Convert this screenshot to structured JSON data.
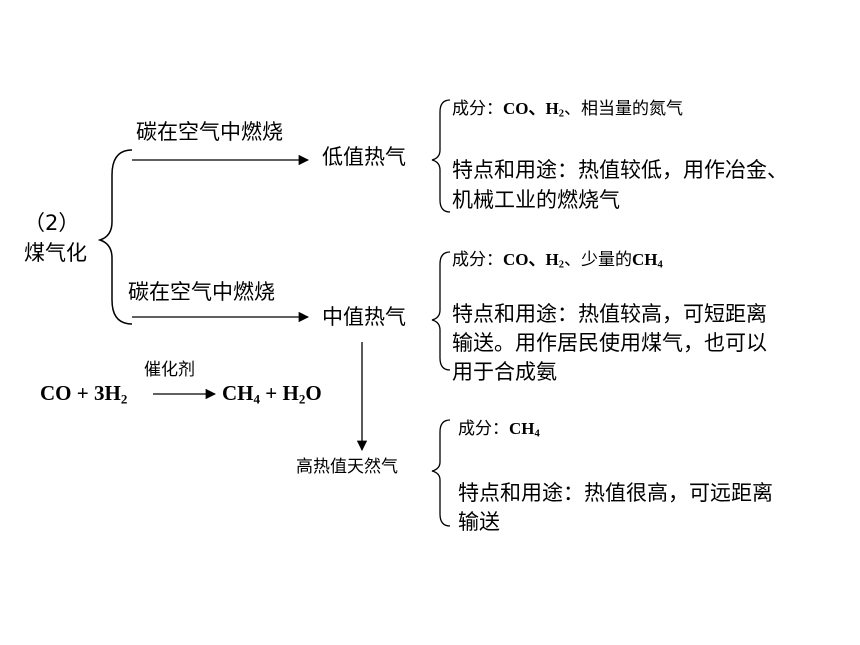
{
  "root": {
    "line1": "（2）",
    "line2": "煤气化"
  },
  "branch_low": {
    "condition": "碳在空气中燃烧",
    "product": "低值热气"
  },
  "branch_mid": {
    "condition": "碳在空气中燃烧",
    "product": "中值热气"
  },
  "high": {
    "product": "高热值天然气"
  },
  "reaction": {
    "catalyst": "催化剂",
    "reactant1": "CO",
    "plus1": " + 3H",
    "sub_h2": "2",
    "product1": "CH",
    "sub_ch4": "4",
    "plus2": " + H",
    "sub_h2o": "2",
    "product2_tail": "O"
  },
  "low_info": {
    "composition_label": "成分：",
    "composition_a": "CO、H",
    "composition_sub": "2",
    "composition_b": "、相当量的氮气",
    "use_line1": "特点和用途：热值较低，用作冶金、",
    "use_line2": "机械工业的燃烧气"
  },
  "mid_info": {
    "composition_label": "成分：",
    "composition_a": "CO、H",
    "composition_sub": "2",
    "composition_b": "、少量的",
    "composition_c": "CH",
    "composition_sub2": "4",
    "use_line1": "特点和用途：热值较高，可短距离",
    "use_line2": "输送。用作居民使用煤气，也可以",
    "use_line3": "用于合成氨"
  },
  "high_info": {
    "composition_label": "成分：",
    "composition_a": "CH",
    "composition_sub": "4",
    "use_line1": "特点和用途：热值很高，可远距离",
    "use_line2": "输送"
  }
}
